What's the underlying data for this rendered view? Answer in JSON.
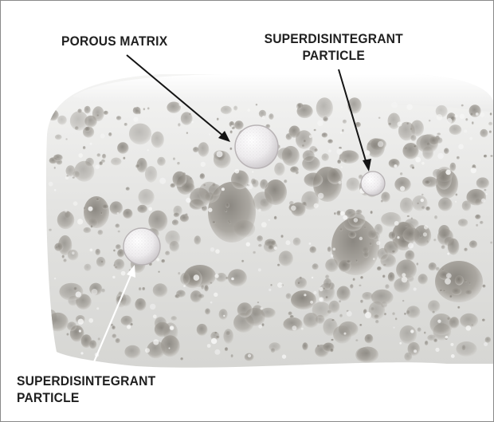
{
  "labels": {
    "porous_matrix": "POROUS MATRIX",
    "superdisintegrant_top_line1": "SUPERDISINTEGRANT",
    "superdisintegrant_top_line2": "PARTICLE",
    "superdisintegrant_bottom_line1": "SUPERDISINTEGRANT",
    "superdisintegrant_bottom_line2": "PARTICLE"
  },
  "colors": {
    "background": "#ffffff",
    "matrix_body": "#e4e4e2",
    "pore_dark": "#8e8a84",
    "particle": "#f1eff0",
    "label_text": "#1f1f1f",
    "arrow_dark": "#141414",
    "arrow_light": "#ffffff"
  }
}
